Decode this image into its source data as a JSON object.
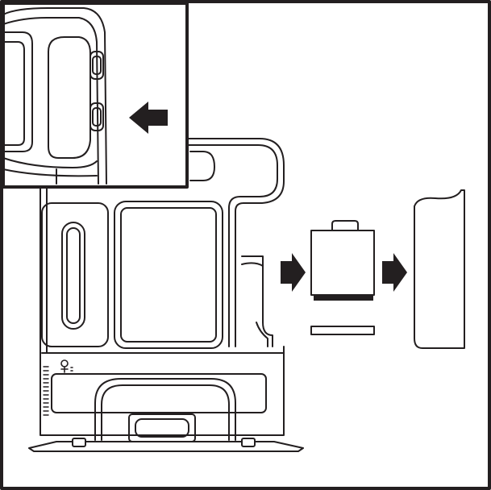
{
  "figure": {
    "kind": "instruction-illustration",
    "line_color": "#231f20",
    "fill_color": "#ffffff",
    "icons": [
      "left-arrow-icon",
      "right-arrow-icon"
    ],
    "steps": [
      "detail-inset",
      "dock-base-station",
      "filter-cartridge",
      "replacement-filter"
    ]
  }
}
